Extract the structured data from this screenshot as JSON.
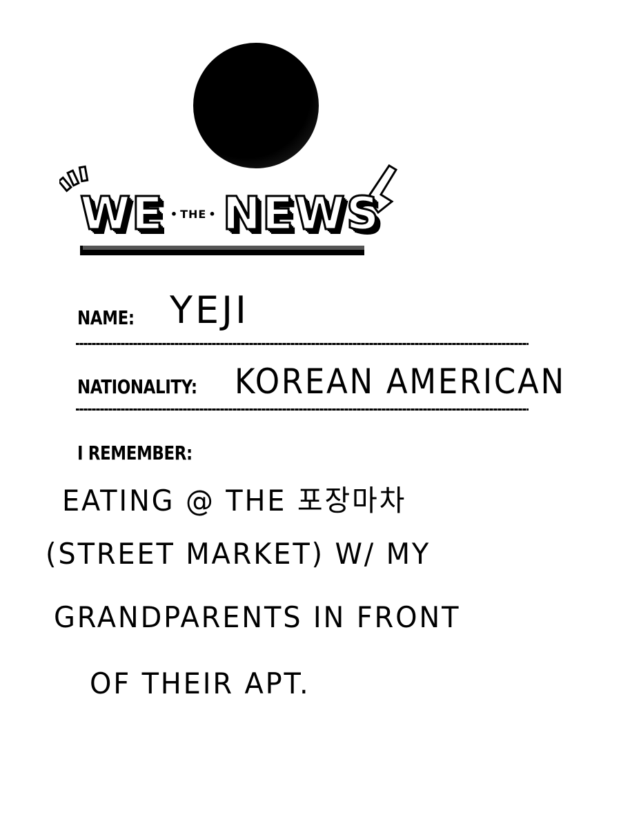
{
  "logo": {
    "word_we": "WE",
    "word_the": "THE",
    "word_news": "NEWS"
  },
  "name": {
    "label": "NAME:",
    "value": "YEJI"
  },
  "nationality": {
    "label": "NATIONALITY:",
    "value": "KOREAN AMERICAN"
  },
  "memory": {
    "label": "I REMEMBER:",
    "lines": [
      "EATING @ THE 포장마차",
      "(STREET MARKET) W/ MY",
      "GRANDPARENTS IN FRONT",
      "OF THEIR APT."
    ]
  }
}
